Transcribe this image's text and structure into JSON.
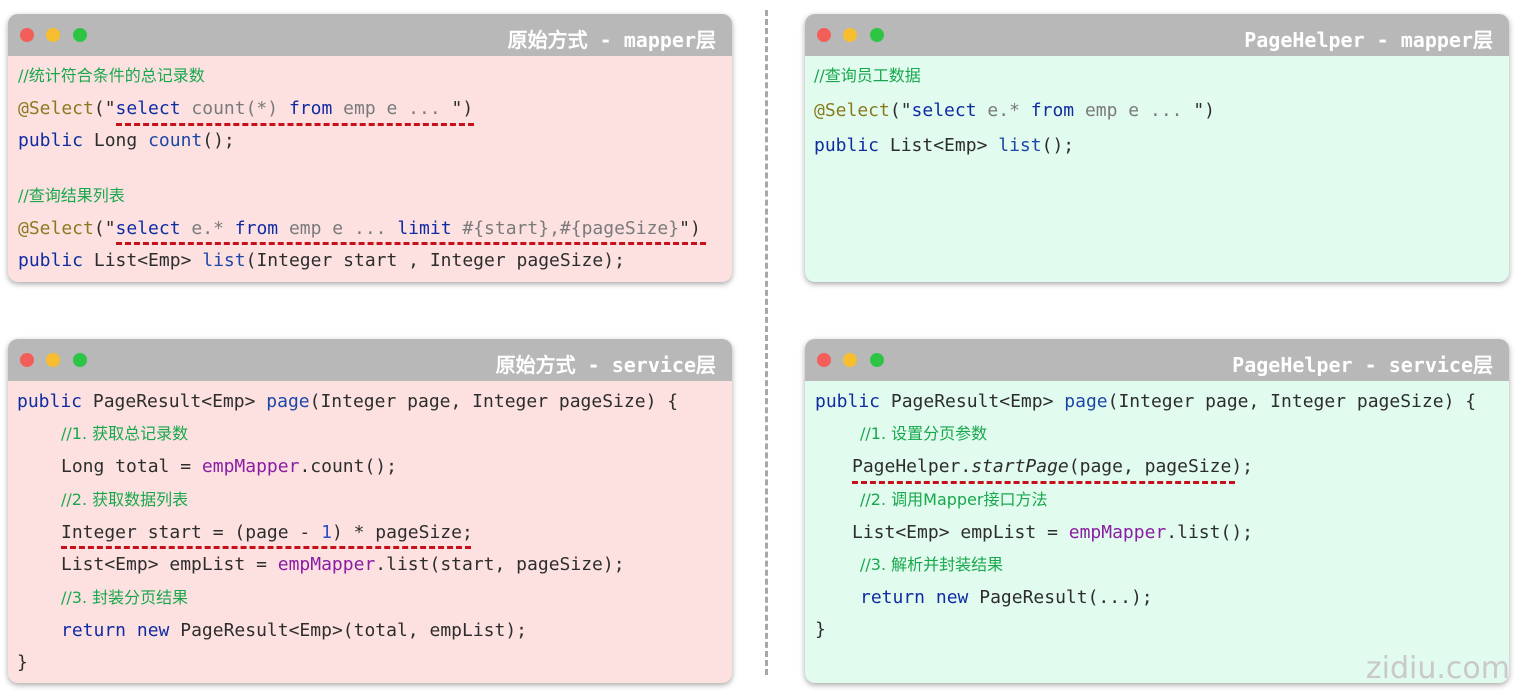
{
  "panels": {
    "tl_title": "原始方式 - mapper层",
    "tr_title": "PageHelper - mapper层",
    "bl_title": "原始方式 - service层",
    "br_title": "PageHelper - service层"
  },
  "tl": {
    "cm1": "//统计符合条件的总记录数",
    "l2_an": "@Select",
    "l2_p1": "(\"",
    "l2_kw1": "select",
    "l2_g1": " count(*) ",
    "l2_kw2": "from",
    "l2_g2": " emp e ... ",
    "l2_p2": "\")",
    "l3_kw": "public",
    "l3_t": " Long ",
    "l3_fn": "count",
    "l3_e": "();",
    "cm2": "//查询结果列表",
    "l5_an": "@Select",
    "l5_p1": "(\"",
    "l5_kw1": "select",
    "l5_g1": " e.* ",
    "l5_kw2": "from",
    "l5_g2": " emp e ... ",
    "l5_kw3": "limit",
    "l5_g3": " #{start},#{pageSize}",
    "l5_p2": "\")",
    "l6_kw": "public",
    "l6_t": " List<Emp> ",
    "l6_fn": "list",
    "l6_e": "(Integer start , Integer pageSize);"
  },
  "tr": {
    "cm1": "//查询员工数据",
    "l2_an": "@Select",
    "l2_p1": "(\"",
    "l2_kw1": "select",
    "l2_g1": " e.* ",
    "l2_kw2": "from",
    "l2_g2": " emp e ... ",
    "l2_p2": "\")",
    "l3_kw": "public",
    "l3_t": " List<Emp> ",
    "l3_fn": "list",
    "l3_e": "();"
  },
  "bl": {
    "l1_kw": "public",
    "l1_t": " PageResult<Emp> ",
    "l1_fn": "page",
    "l1_e": "(Integer page, Integer pageSize) {",
    "cm1": "//1. 获取总记录数",
    "l3_a": "Long total = ",
    "l3_pu": "empMapper",
    "l3_b": ".count();",
    "cm2": "//2. 获取数据列表",
    "l5_a": "Integer start = (page - ",
    "l5_num": "1",
    "l5_b": ") * pageSize;",
    "l6_a": "List<Emp> empList = ",
    "l6_pu": "empMapper",
    "l6_b": ".list(start, pageSize);",
    "cm3": "//3. 封装分页结果",
    "l8_kw1": "return",
    "l8_sp": " ",
    "l8_kw2": "new",
    "l8_b": " PageResult<Emp>(total, empList);",
    "l9": "}"
  },
  "br": {
    "l1_kw": "public",
    "l1_t": " PageResult<Emp> ",
    "l1_fn": "page",
    "l1_e": "(Integer page, Integer pageSize) {",
    "cm1": "//1. 设置分页参数",
    "l3_a": "PageHelper.",
    "l3_it": "startPage",
    "l3_b": "(page, pageSize);",
    "cm2": "//2. 调用Mapper接口方法",
    "l5_a": "List<Emp> empList = ",
    "l5_pu": "empMapper",
    "l5_b": ".list();",
    "cm3": "//3. 解析并封装结果",
    "l7_kw1": "return",
    "l7_sp": " ",
    "l7_kw2": "new",
    "l7_b": " PageResult(...);",
    "l8": "}"
  },
  "watermark": "zidiu.com"
}
